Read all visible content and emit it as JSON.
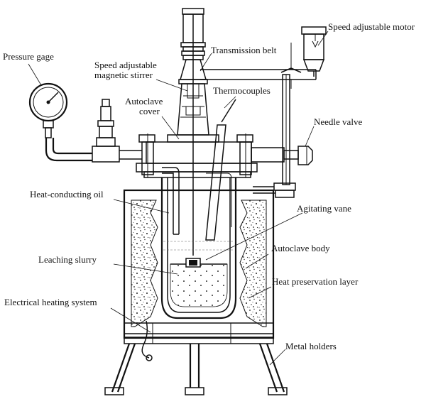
{
  "labels": {
    "speed_motor": "Speed adjustable motor",
    "transmission_belt": "Transmission belt",
    "pressure_gage": "Pressure gage",
    "magnetic_stirrer_line1": "Speed adjustable",
    "magnetic_stirrer_line2": "magnetic stirrer",
    "thermocouples": "Thermocouples",
    "autoclave_cover_line1": "Autoclave",
    "autoclave_cover_line2": "cover",
    "needle_valve": "Needle valve",
    "heat_conducting_oil": "Heat-conducting oil",
    "agitating_vane": "Agitating vane",
    "autoclave_body": "Autoclave body",
    "leaching_slurry": "Leaching slurry",
    "heat_preservation_layer": "Heat preservation layer",
    "electrical_heating_system": "Electrical heating system",
    "metal_holders": "Metal holders"
  }
}
